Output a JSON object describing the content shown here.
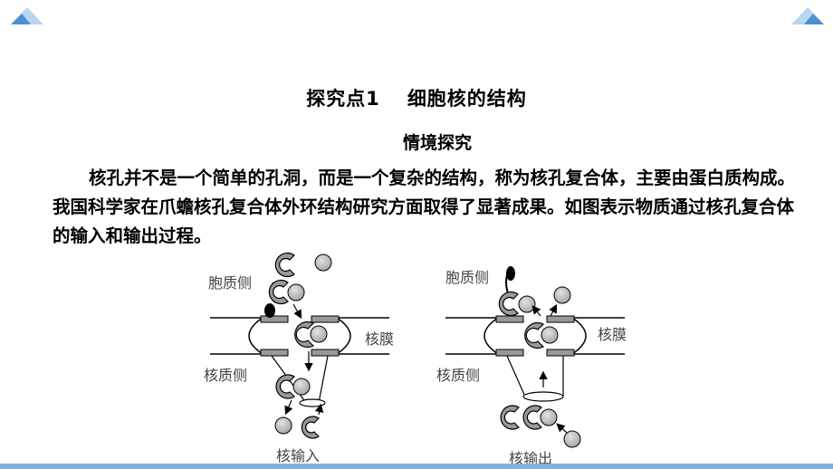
{
  "decor": {
    "corner_left_icon": "mountain-triangle-icon",
    "corner_right_icon": "mountain-triangle-icon",
    "accent_color": "#4a8fd0",
    "bar_color": "#7fb2dc"
  },
  "section": {
    "title_part1": "探究点1",
    "title_part2": "细胞核的结构"
  },
  "subtitle": "情境探究",
  "paragraph": "核孔并不是一个简单的孔洞，而是一个复杂的结构，称为核孔复合体，主要由蛋白质构成。我国科学家在爪蟾核孔复合体外环结构研究方面取得了显著成果。如图表示物质通过核孔复合体的输入和输出过程。",
  "diagram_left": {
    "cytoplasm_label": "胞质侧",
    "membrane_label": "核膜",
    "nucleus_label": "核质侧",
    "caption": "核输入"
  },
  "diagram_right": {
    "cytoplasm_label": "胞质侧",
    "membrane_label": "核膜",
    "nucleus_label": "核质侧",
    "caption": "核输出"
  }
}
